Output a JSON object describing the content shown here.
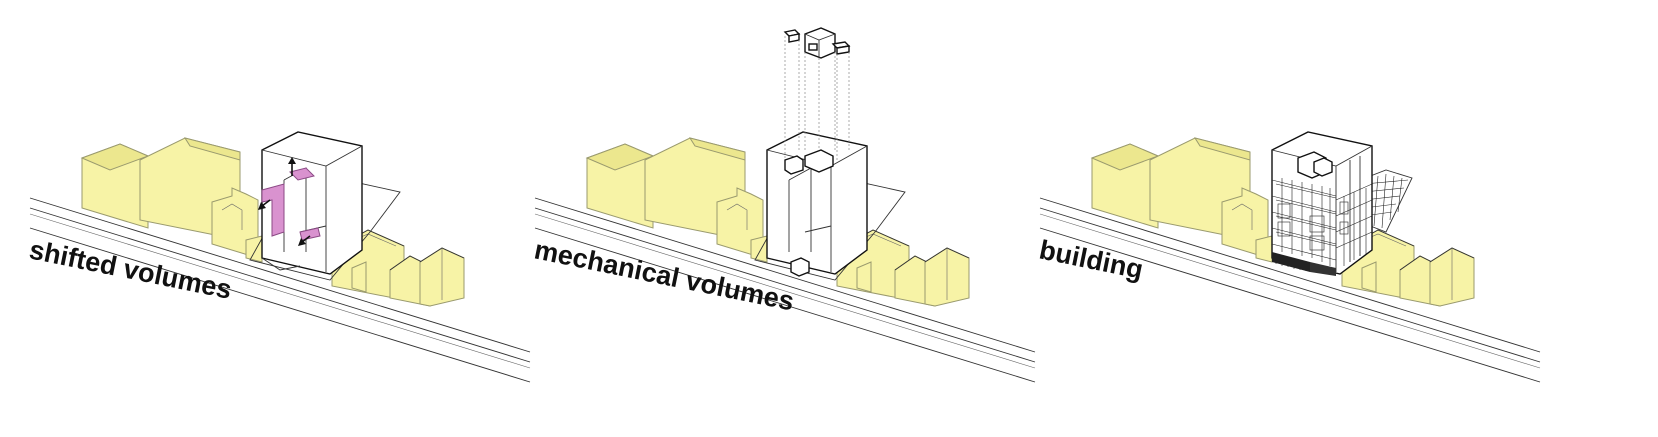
{
  "panels": [
    {
      "title": "shifted volumes"
    },
    {
      "title": "mechanical volumes"
    },
    {
      "title": "building"
    }
  ],
  "colors": {
    "neighbor_fill": "#f7f3a6",
    "shift_highlight": "#d992cf",
    "line": "#111111"
  }
}
